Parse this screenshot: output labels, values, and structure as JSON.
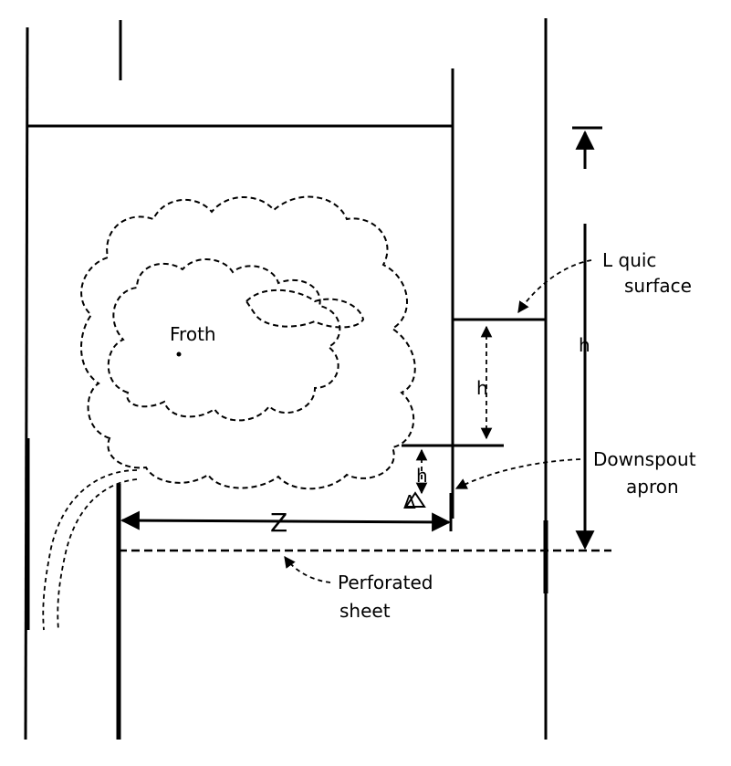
{
  "labels": {
    "liquid_surface_line1": "L quic",
    "liquid_surface_line2": "surface",
    "downspout_apron_line1": "Downspout",
    "downspout_apron_line2": "apron",
    "perforated_sheet_line1": "Perforated",
    "perforated_sheet_line2": "sheet",
    "froth": "Froth",
    "z": "Z",
    "h": "h",
    "h1": "h",
    "delta": "Δ"
  }
}
